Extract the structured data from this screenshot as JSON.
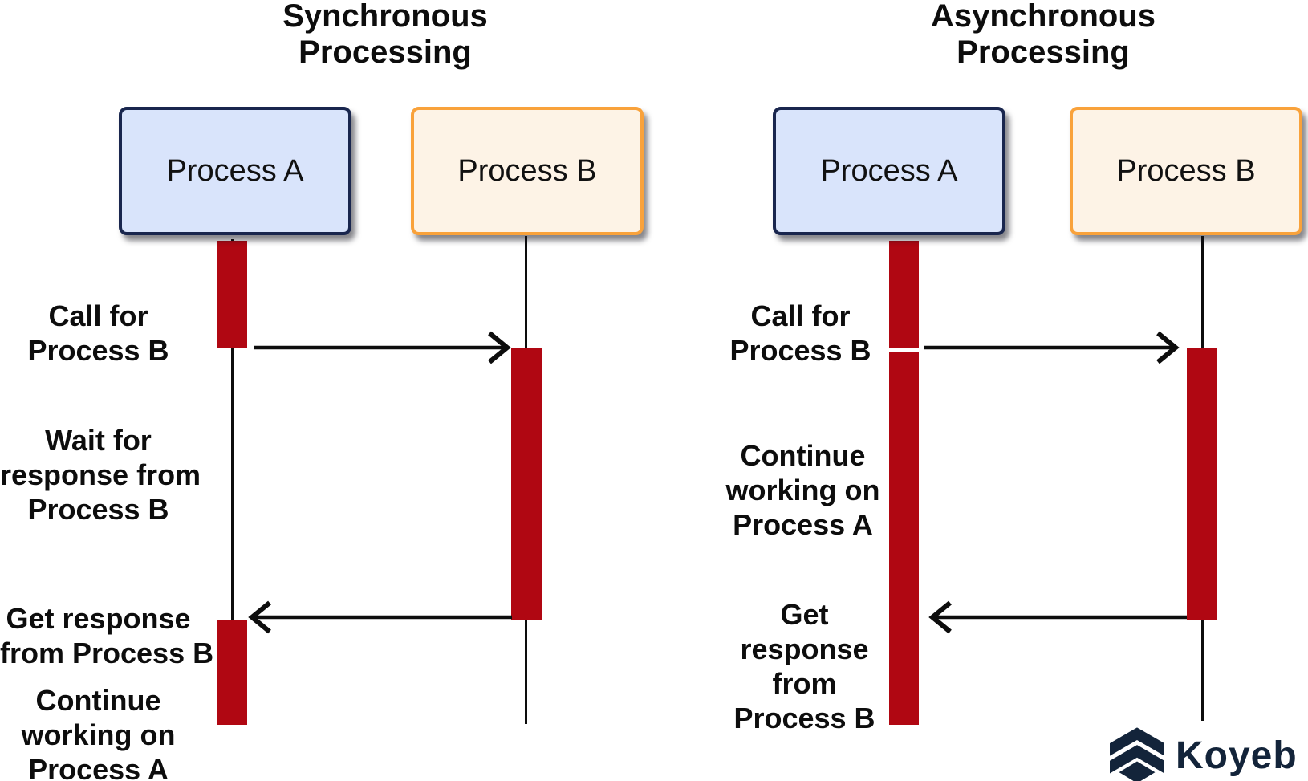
{
  "colors": {
    "bg": "#ffffff",
    "line": "#0d0d0d",
    "text": "#0d0d0d",
    "bar": "#b00712",
    "box_a_fill": "#d9e4fb",
    "box_a_border": "#19264e",
    "box_b_fill": "#fdf3e6",
    "box_b_border": "#f9a23b",
    "logo": "#13243a"
  },
  "diagrams": [
    {
      "id": "synchronous",
      "title": "Synchronous\nProcessing",
      "process_a_label": "Process A",
      "process_b_label": "Process B",
      "annotations": {
        "call": "Call for\nProcess B",
        "wait": "Wait for\nresponse from\nProcess B",
        "get": "Get response\nfrom Process B",
        "continue": "Continue\nworking on\nProcess A"
      }
    },
    {
      "id": "asynchronous",
      "title": "Asynchronous\nProcessing",
      "process_a_label": "Process A",
      "process_b_label": "Process B",
      "annotations": {
        "call": "Call for\nProcess B",
        "continue": "Continue\nworking on\nProcess A",
        "get": "Get\nresponse\nfrom\nProcess B"
      }
    }
  ],
  "logo": {
    "text": "Koyeb"
  }
}
